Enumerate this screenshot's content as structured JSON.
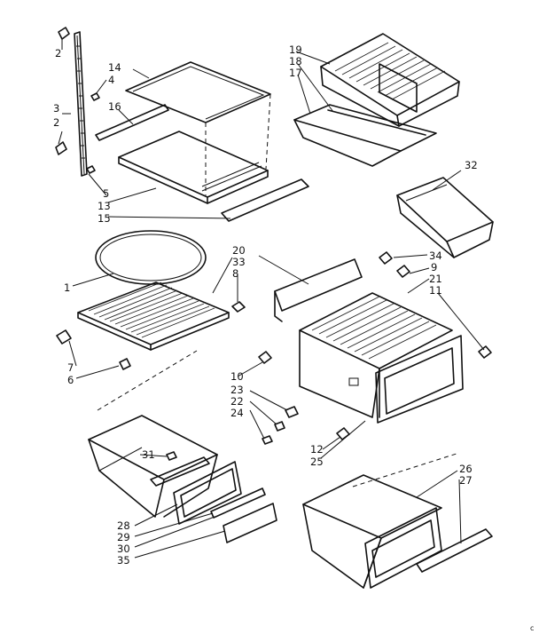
{
  "labels": {
    "l1": "1",
    "l2a": "2",
    "l2b": "2",
    "l3": "3",
    "l4": "4",
    "l5": "5",
    "l6": "6",
    "l7": "7",
    "l8": "8",
    "l9": "9",
    "l10": "10",
    "l11": "11",
    "l12": "12",
    "l13": "13",
    "l14": "14",
    "l15": "15",
    "l16": "16",
    "l17": "17",
    "l18": "18",
    "l19": "19",
    "l20": "20",
    "l21": "21",
    "l22": "22",
    "l23": "23",
    "l24": "24",
    "l25": "25",
    "l26": "26",
    "l27": "27",
    "l28": "28",
    "l29": "29",
    "l30": "30",
    "l31": "31",
    "l32": "32",
    "l33": "33",
    "l34": "34",
    "l35": "35",
    "corner": "c"
  }
}
